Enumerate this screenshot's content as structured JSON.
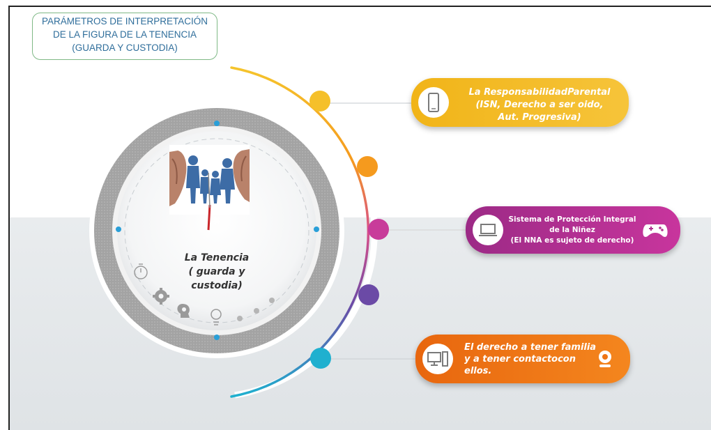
{
  "title": {
    "lines": [
      "PARÁMETROS DE INTERPRETACIÓN",
      "DE LA FIGURA DE LA    TENENCIA",
      "(GUARDA  Y CUSTODIA)"
    ]
  },
  "hub": {
    "label_lines": [
      "La Tenencia",
      "( guarda y custodia)"
    ],
    "icons": [
      "stopwatch-icon",
      "gear-icon",
      "head-gear-icon",
      "lightbulb-icon"
    ]
  },
  "nodes": [
    {
      "lines": [
        "La ResponsabilidadParental",
        "(ISN, Derecho a ser oido,",
        "Aut. Progresiva)"
      ],
      "icon": "mobile-phone-icon",
      "color": "#f2b51c"
    },
    {
      "lines": [
        "Sistema de Protección Integral",
        "de la Niñez",
        "(El NNA es sujeto de derecho)"
      ],
      "icon": "laptop-icon",
      "extra_icon": "gamepad-icon",
      "color": "#b2318f"
    },
    {
      "lines": [
        "El derecho a tener familia",
        "y a tener contactocon",
        "ellos."
      ],
      "icon": "desktop-computer-icon",
      "extra_icon": "webcam-icon",
      "color": "#ee7516"
    }
  ],
  "arc_dots": [
    "#f5c02a",
    "#f59a1e",
    "#c83c9a",
    "#6b4aa6",
    "#1fb0cf"
  ]
}
